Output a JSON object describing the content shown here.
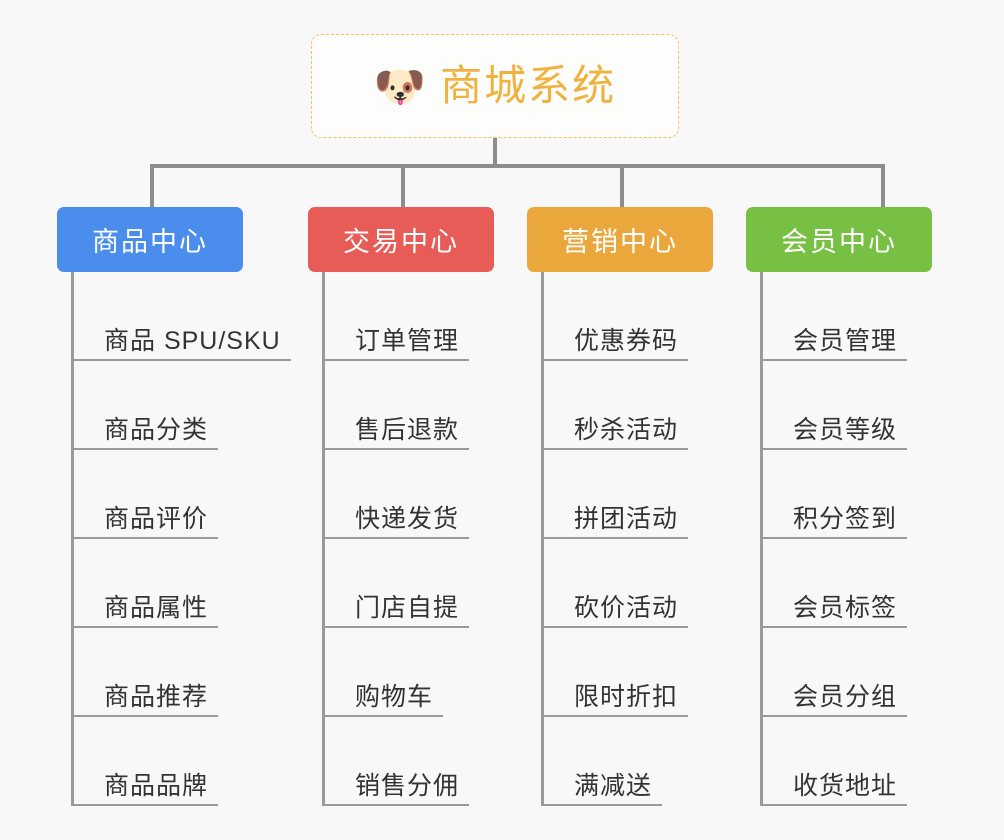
{
  "root": {
    "icon": "dog-face-icon",
    "emoji": "🐶",
    "title": "商城系统",
    "border_color": "#edc06a",
    "text_color": "#f0b23f"
  },
  "background_color": "#f8f8f8",
  "connector_color": "#8d8d8d",
  "columns": [
    {
      "id": "product-center",
      "label": "商品中心",
      "color": "#4a8ded",
      "items": [
        {
          "label": "商品 SPU/SKU"
        },
        {
          "label": "商品分类"
        },
        {
          "label": "商品评价"
        },
        {
          "label": "商品属性"
        },
        {
          "label": "商品推荐"
        },
        {
          "label": "商品品牌"
        }
      ]
    },
    {
      "id": "trade-center",
      "label": "交易中心",
      "color": "#e85c57",
      "items": [
        {
          "label": "订单管理"
        },
        {
          "label": "售后退款"
        },
        {
          "label": "快递发货"
        },
        {
          "label": "门店自提"
        },
        {
          "label": "购物车"
        },
        {
          "label": "销售分佣"
        }
      ]
    },
    {
      "id": "marketing-center",
      "label": "营销中心",
      "color": "#eaa83c",
      "items": [
        {
          "label": "优惠券码"
        },
        {
          "label": "秒杀活动"
        },
        {
          "label": "拼团活动"
        },
        {
          "label": "砍价活动"
        },
        {
          "label": "限时折扣"
        },
        {
          "label": "满减送"
        }
      ]
    },
    {
      "id": "member-center",
      "label": "会员中心",
      "color": "#77c043",
      "items": [
        {
          "label": "会员管理"
        },
        {
          "label": "会员等级"
        },
        {
          "label": "积分签到"
        },
        {
          "label": "会员标签"
        },
        {
          "label": "会员分组"
        },
        {
          "label": "收货地址"
        }
      ]
    }
  ]
}
